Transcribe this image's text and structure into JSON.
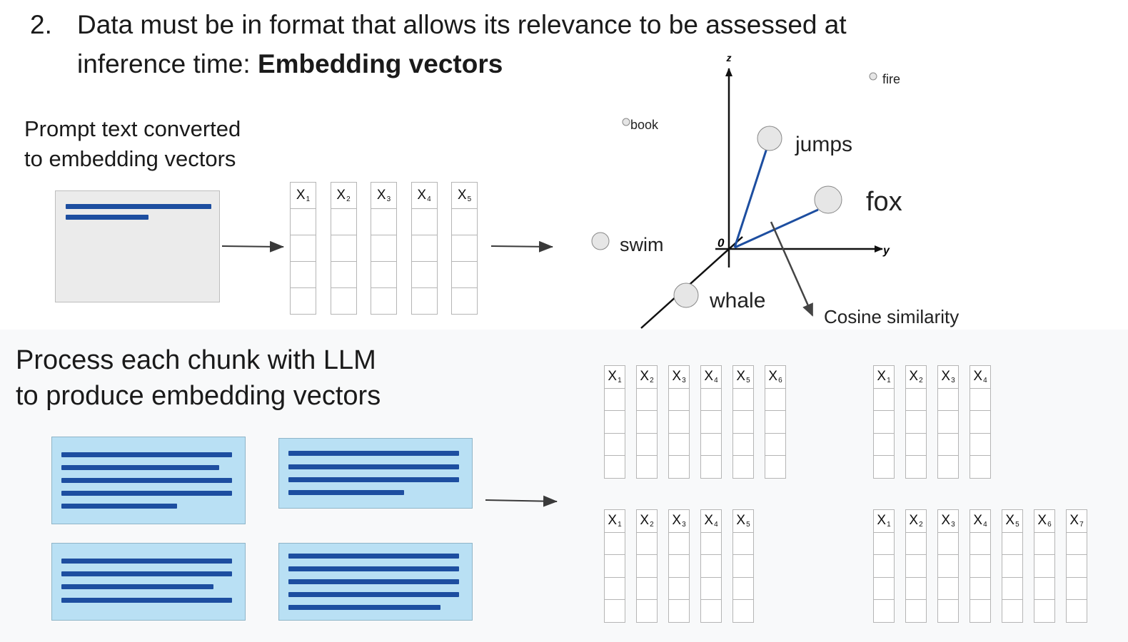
{
  "title": {
    "number": "2.",
    "line1": "Data must be in format that allows its relevance to be assessed at",
    "line2_prefix": "inference time: ",
    "line2_bold": "Embedding vectors"
  },
  "prompt_section": {
    "label_line1": "Prompt text converted",
    "label_line2": "to embedding vectors",
    "vector_labels": [
      "X1",
      "X2",
      "X3",
      "X4",
      "X5"
    ]
  },
  "space_3d": {
    "axes": {
      "z": "z",
      "y": "y",
      "origin": "0"
    },
    "words": {
      "fire": "fire",
      "book": "book",
      "jumps": "jumps",
      "fox": "fox",
      "swim": "swim",
      "whale": "whale"
    },
    "annotation": "Cosine similarity",
    "colors": {
      "vector_line": "#1d4ea0",
      "axis": "#111111",
      "point_fill": "#e6e6e6"
    }
  },
  "chunk_section": {
    "label_line1": "Process each chunk with LLM",
    "label_line2": "to produce embedding vectors",
    "vector_groups": [
      {
        "name": "group-top-left",
        "count": 6
      },
      {
        "name": "group-top-right",
        "count": 4
      },
      {
        "name": "group-bottom-left",
        "count": 5
      },
      {
        "name": "group-bottom-right",
        "count": 7
      }
    ]
  },
  "colors": {
    "doc_line": "#1d4ea0",
    "doc_blue_bg": "#b9e0f4",
    "doc_gray_bg": "#ebebeb",
    "arrow": "#3a3a3a"
  }
}
